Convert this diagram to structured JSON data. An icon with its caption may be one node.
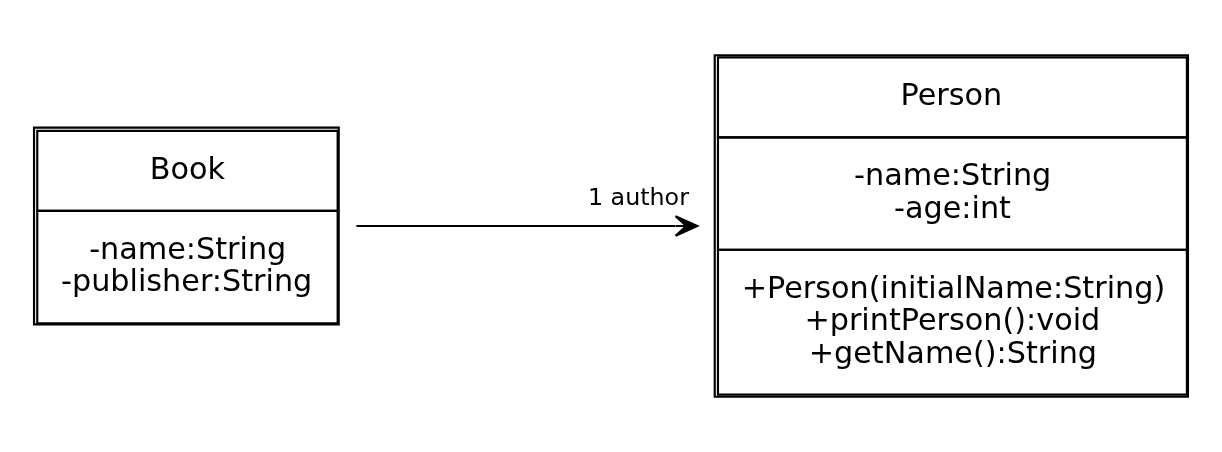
{
  "diagram": {
    "nodes": [
      {
        "text": [
          "Book",
          "-name:String",
          "-publisher:String"
        ]
      },
      {
        "text": [
          "Person",
          "-name:String",
          "-age:int",
          "+Person(initialName:String)",
          "+printPerson():void",
          "+getName():String"
        ]
      }
    ],
    "edges": [
      {
        "from": 0,
        "to": 1,
        "arrow": "to",
        "label": "1 author"
      }
    ]
  }
}
